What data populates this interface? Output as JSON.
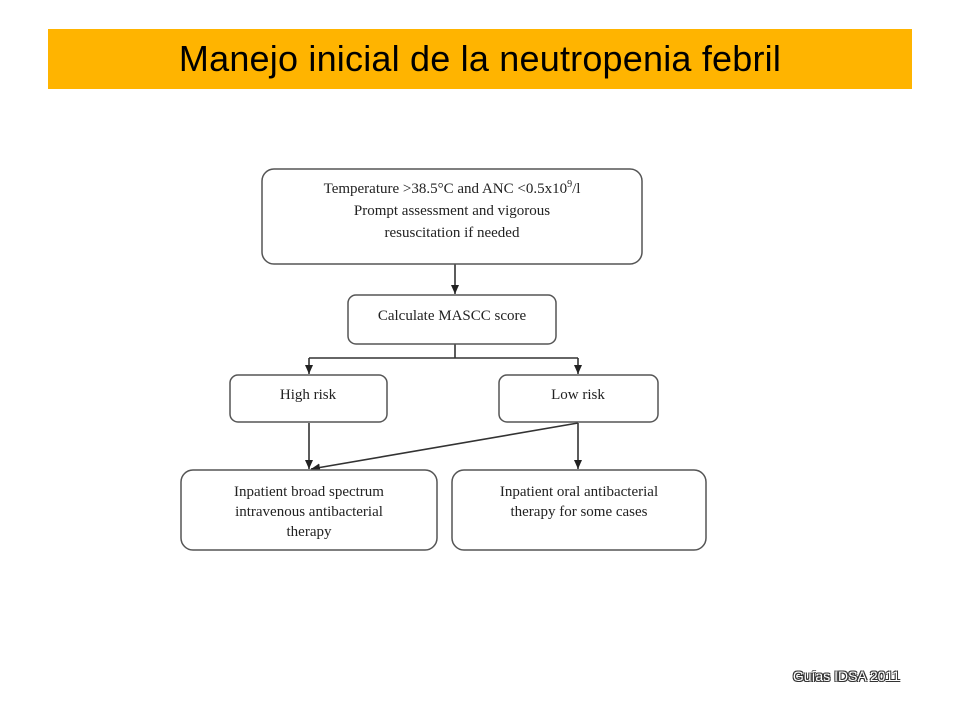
{
  "title": "Manejo inicial de la neutropenia febril",
  "flowchart": {
    "start": {
      "line1_pre": "Temperature >38.5°C and ANC <0.5x10",
      "line1_sup": "9",
      "line1_post": "/l",
      "line2": "Prompt assessment and vigorous",
      "line3": "resuscitation if needed"
    },
    "mascc": "Calculate MASCC score",
    "high_risk": "High risk",
    "low_risk": "Low risk",
    "inpatient_iv": {
      "line1": "Inpatient broad spectrum",
      "line2": "intravenous antibacterial",
      "line3": "therapy"
    },
    "inpatient_oral": {
      "line1": "Inpatient oral antibacterial",
      "line2": "therapy for some cases"
    }
  },
  "footer": "Guías IDSA 2011",
  "colors": {
    "title_bar": "#ffb400",
    "box_stroke": "#555555"
  }
}
